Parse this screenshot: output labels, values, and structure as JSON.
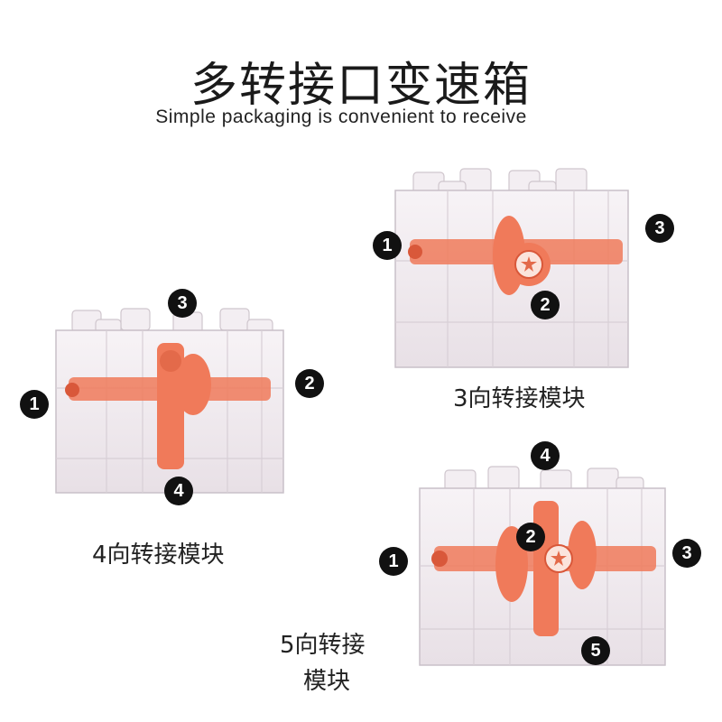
{
  "header": {
    "title": "多转接口变速箱",
    "subtitle": "Simple packaging is convenient to receive"
  },
  "modules": {
    "four_way": {
      "caption": "4向转接模块",
      "ports": [
        "1",
        "2",
        "3",
        "4"
      ]
    },
    "three_way": {
      "caption": "3向转接模块",
      "ports": [
        "1",
        "2",
        "3"
      ]
    },
    "five_way": {
      "caption_line1": "5向转接",
      "caption_line2": "模块",
      "ports": [
        "1",
        "2",
        "3",
        "4",
        "5"
      ]
    }
  },
  "colors": {
    "gear": "#f07a5a",
    "gear_dark": "#d9583a",
    "clear_plastic": "#efe9ee",
    "edge": "#c9c0c8",
    "badge": "#111111"
  }
}
